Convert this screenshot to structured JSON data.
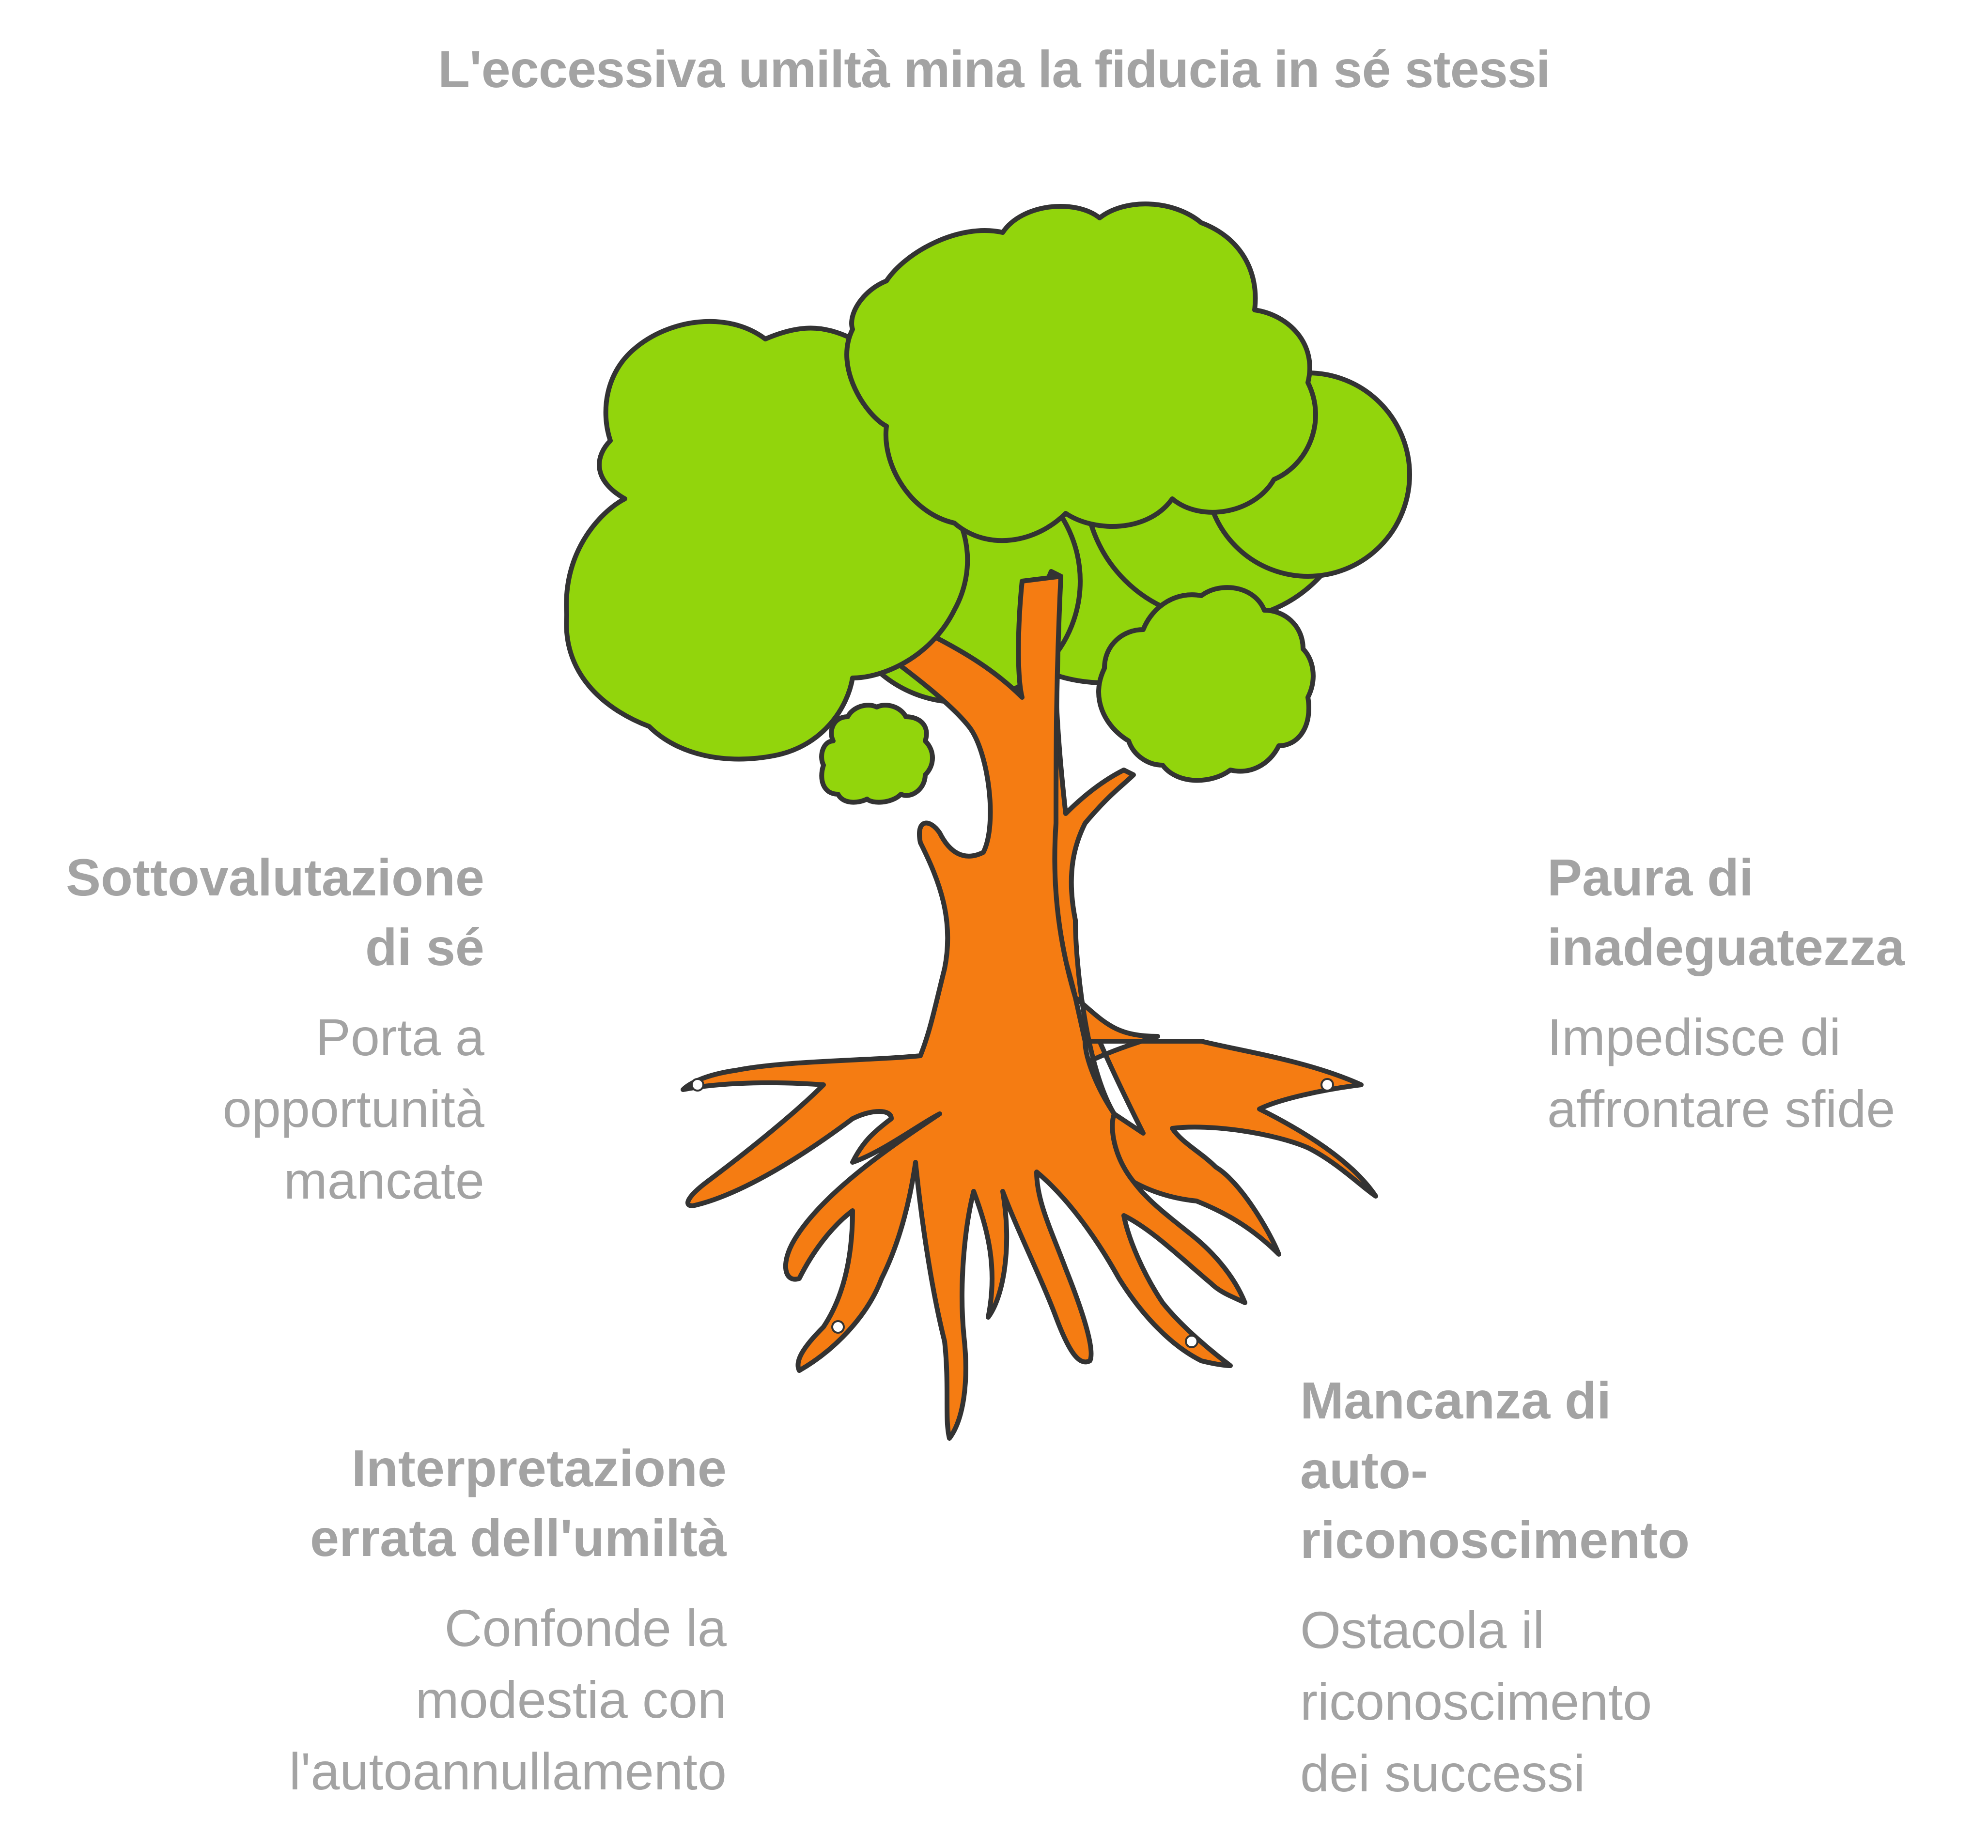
{
  "title": "L'eccessiva umiltà mina la fiducia in sé stessi",
  "colors": {
    "text": "#a3a3a3",
    "foliage": "#92d50c",
    "trunk": "#f57c12",
    "outline": "#333333"
  },
  "items": [
    {
      "heading": [
        "Sottovalutazione",
        "di sé"
      ],
      "desc": [
        "Porta a",
        "opportunità",
        "mancate"
      ]
    },
    {
      "heading": [
        "Paura di",
        "inadeguatezza"
      ],
      "desc": [
        "Impedisce di",
        "affrontare sfide"
      ]
    },
    {
      "heading": [
        "Interpretazione",
        "errata dell'umiltà"
      ],
      "desc": [
        "Confonde la",
        "modestia con",
        "l'autoannullamento"
      ]
    },
    {
      "heading": [
        "Mancanza di",
        "auto-",
        "riconoscimento"
      ],
      "desc": [
        "Ostacola il",
        "riconoscimento",
        "dei successi"
      ]
    }
  ]
}
